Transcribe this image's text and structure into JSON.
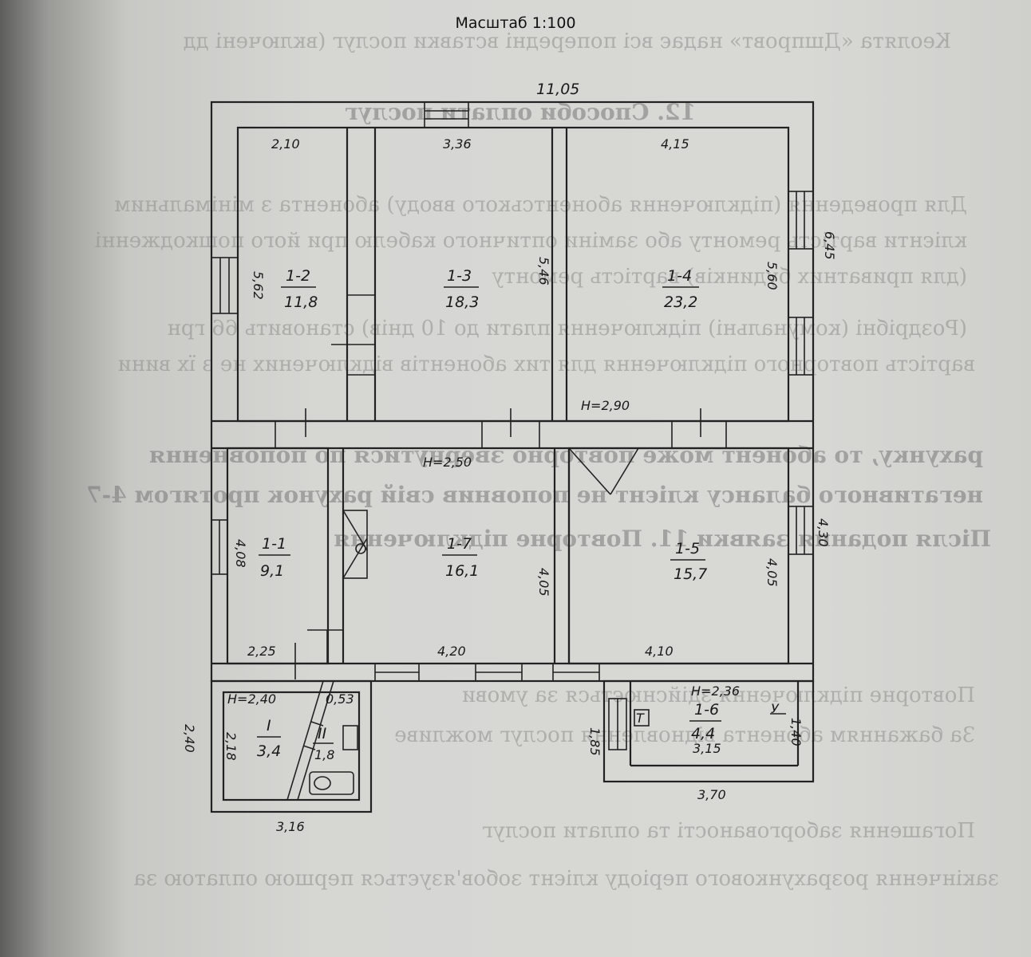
{
  "title": "Масштаб 1:100",
  "dimensions": {
    "overall_width": "11,05",
    "overall_depth": "6,45",
    "top_room2": "2,10",
    "top_room3": "3,36",
    "top_room4": "4,15",
    "left_room2": "5,62",
    "left_room3": "5,46",
    "right_room4": "5,60",
    "height_top": "H=2,90",
    "height_mid": "H=2,50",
    "left_room1": "4,08",
    "left_room7": "4,05",
    "left_room5": "4,05",
    "right_room5": "4,30",
    "bottom_room1": "2,25",
    "bottom_room7": "4,20",
    "bottom_room5": "4,10",
    "height_annex_left": "H=2,40",
    "annex_small": "0,53",
    "annex_left_outer": "2,40",
    "annex_left_inner": "2,18",
    "annex_bottom": "3,16",
    "height_annex_right": "H=2,36",
    "annex_right_left": "1,85",
    "annex_right_inner": "3,15",
    "annex_right_height": "1,40",
    "annex_right_bottom": "3,70"
  },
  "rooms": [
    {
      "id": "1-2",
      "area": "11,8"
    },
    {
      "id": "1-3",
      "area": "18,3"
    },
    {
      "id": "1-4",
      "area": "23,2"
    },
    {
      "id": "1-1",
      "area": "9,1"
    },
    {
      "id": "1-7",
      "area": "16,1"
    },
    {
      "id": "1-5",
      "area": "15,7"
    },
    {
      "id": "1-6",
      "area": "4,4"
    },
    {
      "id": "I",
      "area": "3,4"
    },
    {
      "id": "II",
      "area": "1,8"
    }
  ],
  "fixtures": {
    "toilet_mark": "Т",
    "boiler_mark": "У"
  },
  "background_text": [
    "Кеолята «Дшпровт» надає всі попередні вставки послуг (включені дд",
    "12. Способи оплати послуг",
    "Для проведення (підключення абонентського вводу) абонента з мінімальним",
    "клієнти вартість ремонту або заміни оптичного кабелю при його пошкодженні",
    "(для приватних будинків) вартість ремонту",
    "(Роздрібні (комунальні) підключення плати до 10 днів) становить 66 грн",
    "вартість повторного підключення для тих абонентів відключених не з їх вини",
    "рахунку, то абонент може повторно звернутися по поповнення",
    "негативного балансу клієнт не поповнив свій рахунок протягом 4-7",
    "Після подання заявки 11. Повторне підключення",
    "Повторне підключення здійснюється за умови",
    "За бажанням абонента відновлення послуг можливе",
    "Погашення заборгованості та оплати послуг",
    "закінчення розрахункового періоду клієнт зобов'язується першою оплатою за"
  ]
}
